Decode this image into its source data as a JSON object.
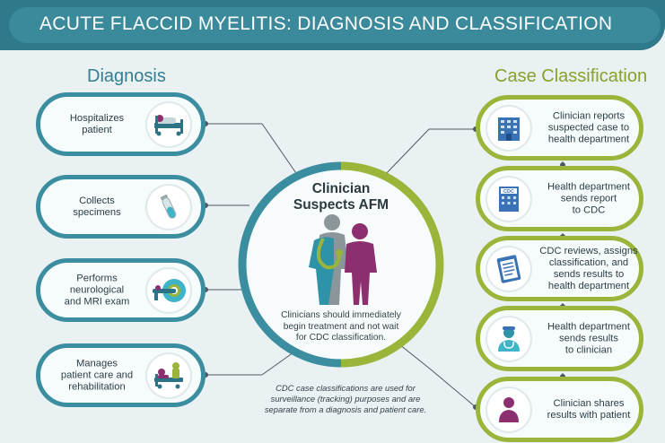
{
  "banner": {
    "title": "ACUTE FLACCID MYELITIS: DIAGNOSIS AND CLASSIFICATION"
  },
  "diagnosis": {
    "heading": "Diagnosis",
    "steps": [
      {
        "text": "Hospitalizes\npatient",
        "icon": "hospital-bed-icon"
      },
      {
        "text": "Collects\nspecimens",
        "icon": "test-tube-icon"
      },
      {
        "text": "Performs\nneurological\nand MRI exam",
        "icon": "mri-scanner-icon"
      },
      {
        "text": "Manages\npatient care and\nrehabilitation",
        "icon": "patient-care-icon"
      }
    ]
  },
  "classification": {
    "heading": "Case Classification",
    "steps": [
      {
        "text": "Clinician reports\nsuspected case to\nhealth department",
        "icon": "building-icon"
      },
      {
        "text": "Health department\nsends report\nto CDC",
        "icon": "cdc-building-icon",
        "icon_label": "CDC"
      },
      {
        "text": "CDC reviews, assigns\nclassification, and\nsends results to\nhealth department",
        "icon": "clipboard-icon"
      },
      {
        "text": "Health department\nsends results\nto clinician",
        "icon": "doctor-icon"
      },
      {
        "text": "Clinician shares\nresults with patient",
        "icon": "patient-icon"
      }
    ]
  },
  "center": {
    "title": "Clinician\nSuspects AFM",
    "note": "Clinicians should immediately\nbegin treatment and not wait\nfor CDC classification."
  },
  "footer_note": "CDC case classifications are used for\nsurveillance (tracking) purposes and are\nseparate from a diagnosis and patient care.",
  "colors": {
    "teal": "#3a8ea0",
    "green": "#9bb43a",
    "banner": "#2e7a8b",
    "background": "#e9f1f3"
  }
}
